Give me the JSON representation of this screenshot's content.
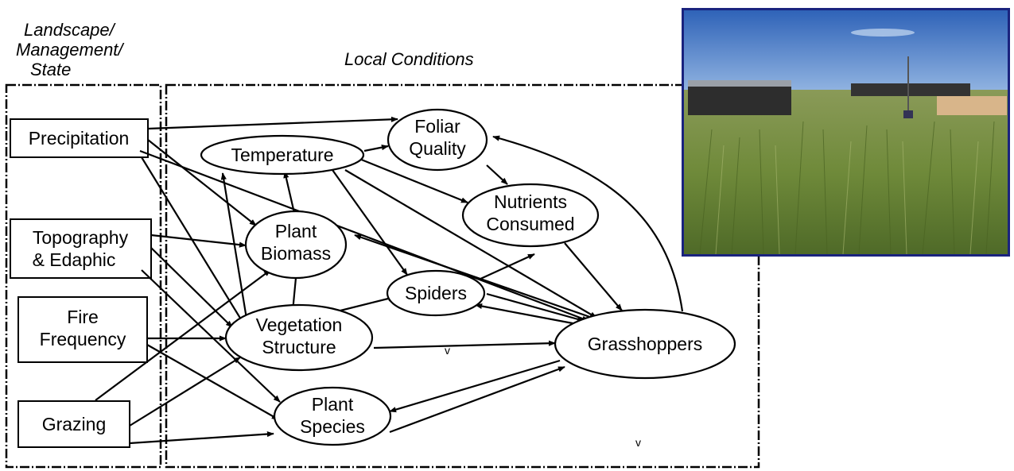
{
  "headers": {
    "landscape_line1": "Landscape/",
    "landscape_line2": "Management/",
    "landscape_line3": "State",
    "local": "Local Conditions"
  },
  "drivers": {
    "precipitation": "Precipitation",
    "topography_line1": "Topography",
    "topography_line2": "& Edaphic",
    "fire_line1": "Fire",
    "fire_line2": "Frequency",
    "grazing": "Grazing"
  },
  "nodes": {
    "temperature": "Temperature",
    "foliar_line1": "Foliar",
    "foliar_line2": "Quality",
    "nutrients_line1": "Nutrients",
    "nutrients_line2": "Consumed",
    "biomass_line1": "Plant",
    "biomass_line2": "Biomass",
    "spiders": "Spiders",
    "vegetation_line1": "Vegetation",
    "vegetation_line2": "Structure",
    "grasshoppers": "Grasshoppers",
    "species_line1": "Plant",
    "species_line2": "Species"
  },
  "stray_marks": {
    "mark_a": "v",
    "mark_b": "v"
  },
  "colors": {
    "line": "#000000",
    "photo_border": "#1a237e",
    "sky": "#3a6fc4",
    "grass": "#6f8a3a"
  }
}
